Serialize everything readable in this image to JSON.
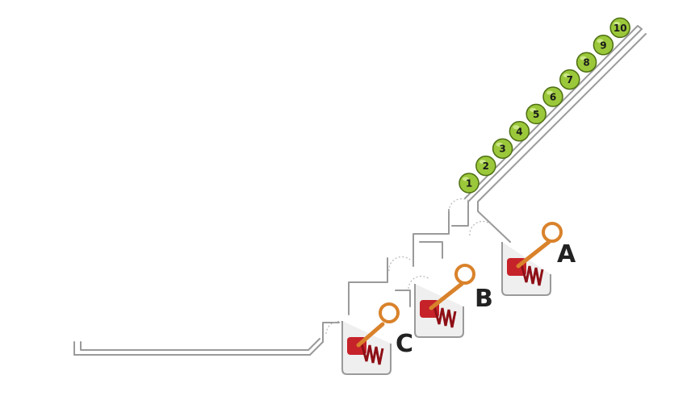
{
  "colors": {
    "ball_fill": "#9bc83a",
    "ball_stroke": "#4d6e12",
    "plunger_red": "#c6222a",
    "ring_orange": "#d9822b",
    "track_gray": "#9a9a9a"
  },
  "balls": [
    "1",
    "2",
    "3",
    "4",
    "5",
    "6",
    "7",
    "8",
    "9",
    "10"
  ],
  "triggers": [
    {
      "label": "A"
    },
    {
      "label": "B"
    },
    {
      "label": "C"
    }
  ]
}
